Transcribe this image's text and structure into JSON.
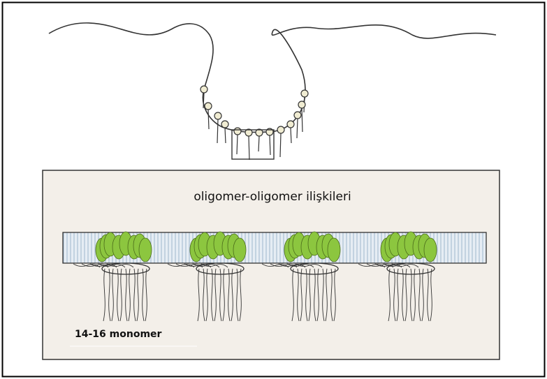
{
  "panel_title": "oligomer-oligomer ilişkileri",
  "monomer_label": "14-16 monomer",
  "colors": {
    "outer_border": "#000000",
    "panel_fill": "#f3efe9",
    "band_fill": "#e6edf4",
    "band_stripe": "#9fb6cc",
    "oligomer_green": "#8cc63f",
    "oligomer_outline": "#4a6b1a",
    "bead_fill": "#f0ecd2",
    "line": "#333333"
  },
  "icons": {
    "oligomer": "green-ellipse-cluster",
    "bead": "bead-on-string"
  }
}
